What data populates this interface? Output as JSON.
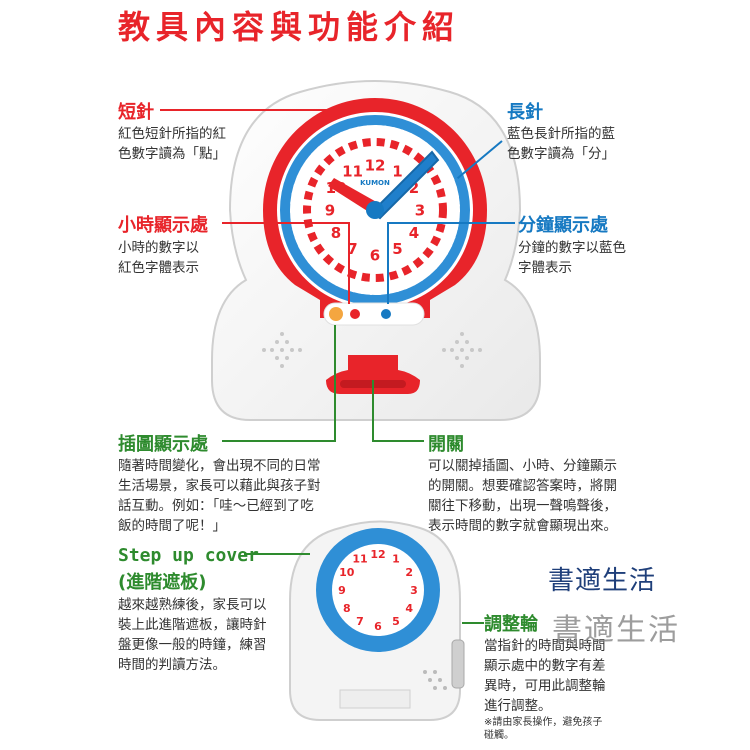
{
  "title": "教具內容與功能介紹",
  "short_hand": {
    "label": "短針",
    "desc": "紅色短針所指的紅\n色數字讀為「點」"
  },
  "long_hand": {
    "label": "長針",
    "desc": "藍色長針所指的藍\n色數字讀為「分」"
  },
  "hour_display": {
    "label": "小時顯示處",
    "desc": "小時的數字以\n紅色字體表示"
  },
  "minute_display": {
    "label": "分鐘顯示處",
    "desc": "分鐘的數字以藍色\n字體表示"
  },
  "picture_display": {
    "label": "插圖顯示處",
    "desc": "隨著時間變化，會出現不同的日常\n生活場景，家長可以藉此與孩子對\n話互動。例如：「哇～已經到了吃\n飯的時間了呢！」"
  },
  "switch": {
    "label": "開關",
    "desc": "可以關掉插圖、小時、分鐘顯示\n的開關。想要確認答案時，將開\n關往下移動，出現一聲嗚聲後，\n表示時間的數字就會顯現出來。"
  },
  "step_up": {
    "label_line1": "Step up cover",
    "label_line2": "(進階遮板)",
    "desc": "越來越熟練後，家長可以\n裝上此進階遮板，讓時針\n盤更像一般的時鐘，練習\n時間的判讀方法。"
  },
  "dial": {
    "label": "調整輪",
    "desc": "當指針的時間與時間\n顯示處中的數字有差\n異時，可用此調整輪\n進行調整。",
    "note": "※請由家長操作，避免孩子\n碰觸。"
  },
  "watermark": {
    "line1": "書適生活",
    "line2": "書適生活"
  },
  "clock": {
    "brand": "KUMON",
    "hour_numbers": [
      "12",
      "1",
      "2",
      "3",
      "4",
      "5",
      "6",
      "7",
      "8",
      "9",
      "10",
      "11"
    ],
    "cover_numbers": [
      "12",
      "1",
      "2",
      "3",
      "4",
      "5",
      "6",
      "7",
      "8",
      "9",
      "10",
      "11"
    ]
  },
  "colors": {
    "red": "#e8242a",
    "blue": "#1679c2",
    "green": "#2e8b2e"
  }
}
